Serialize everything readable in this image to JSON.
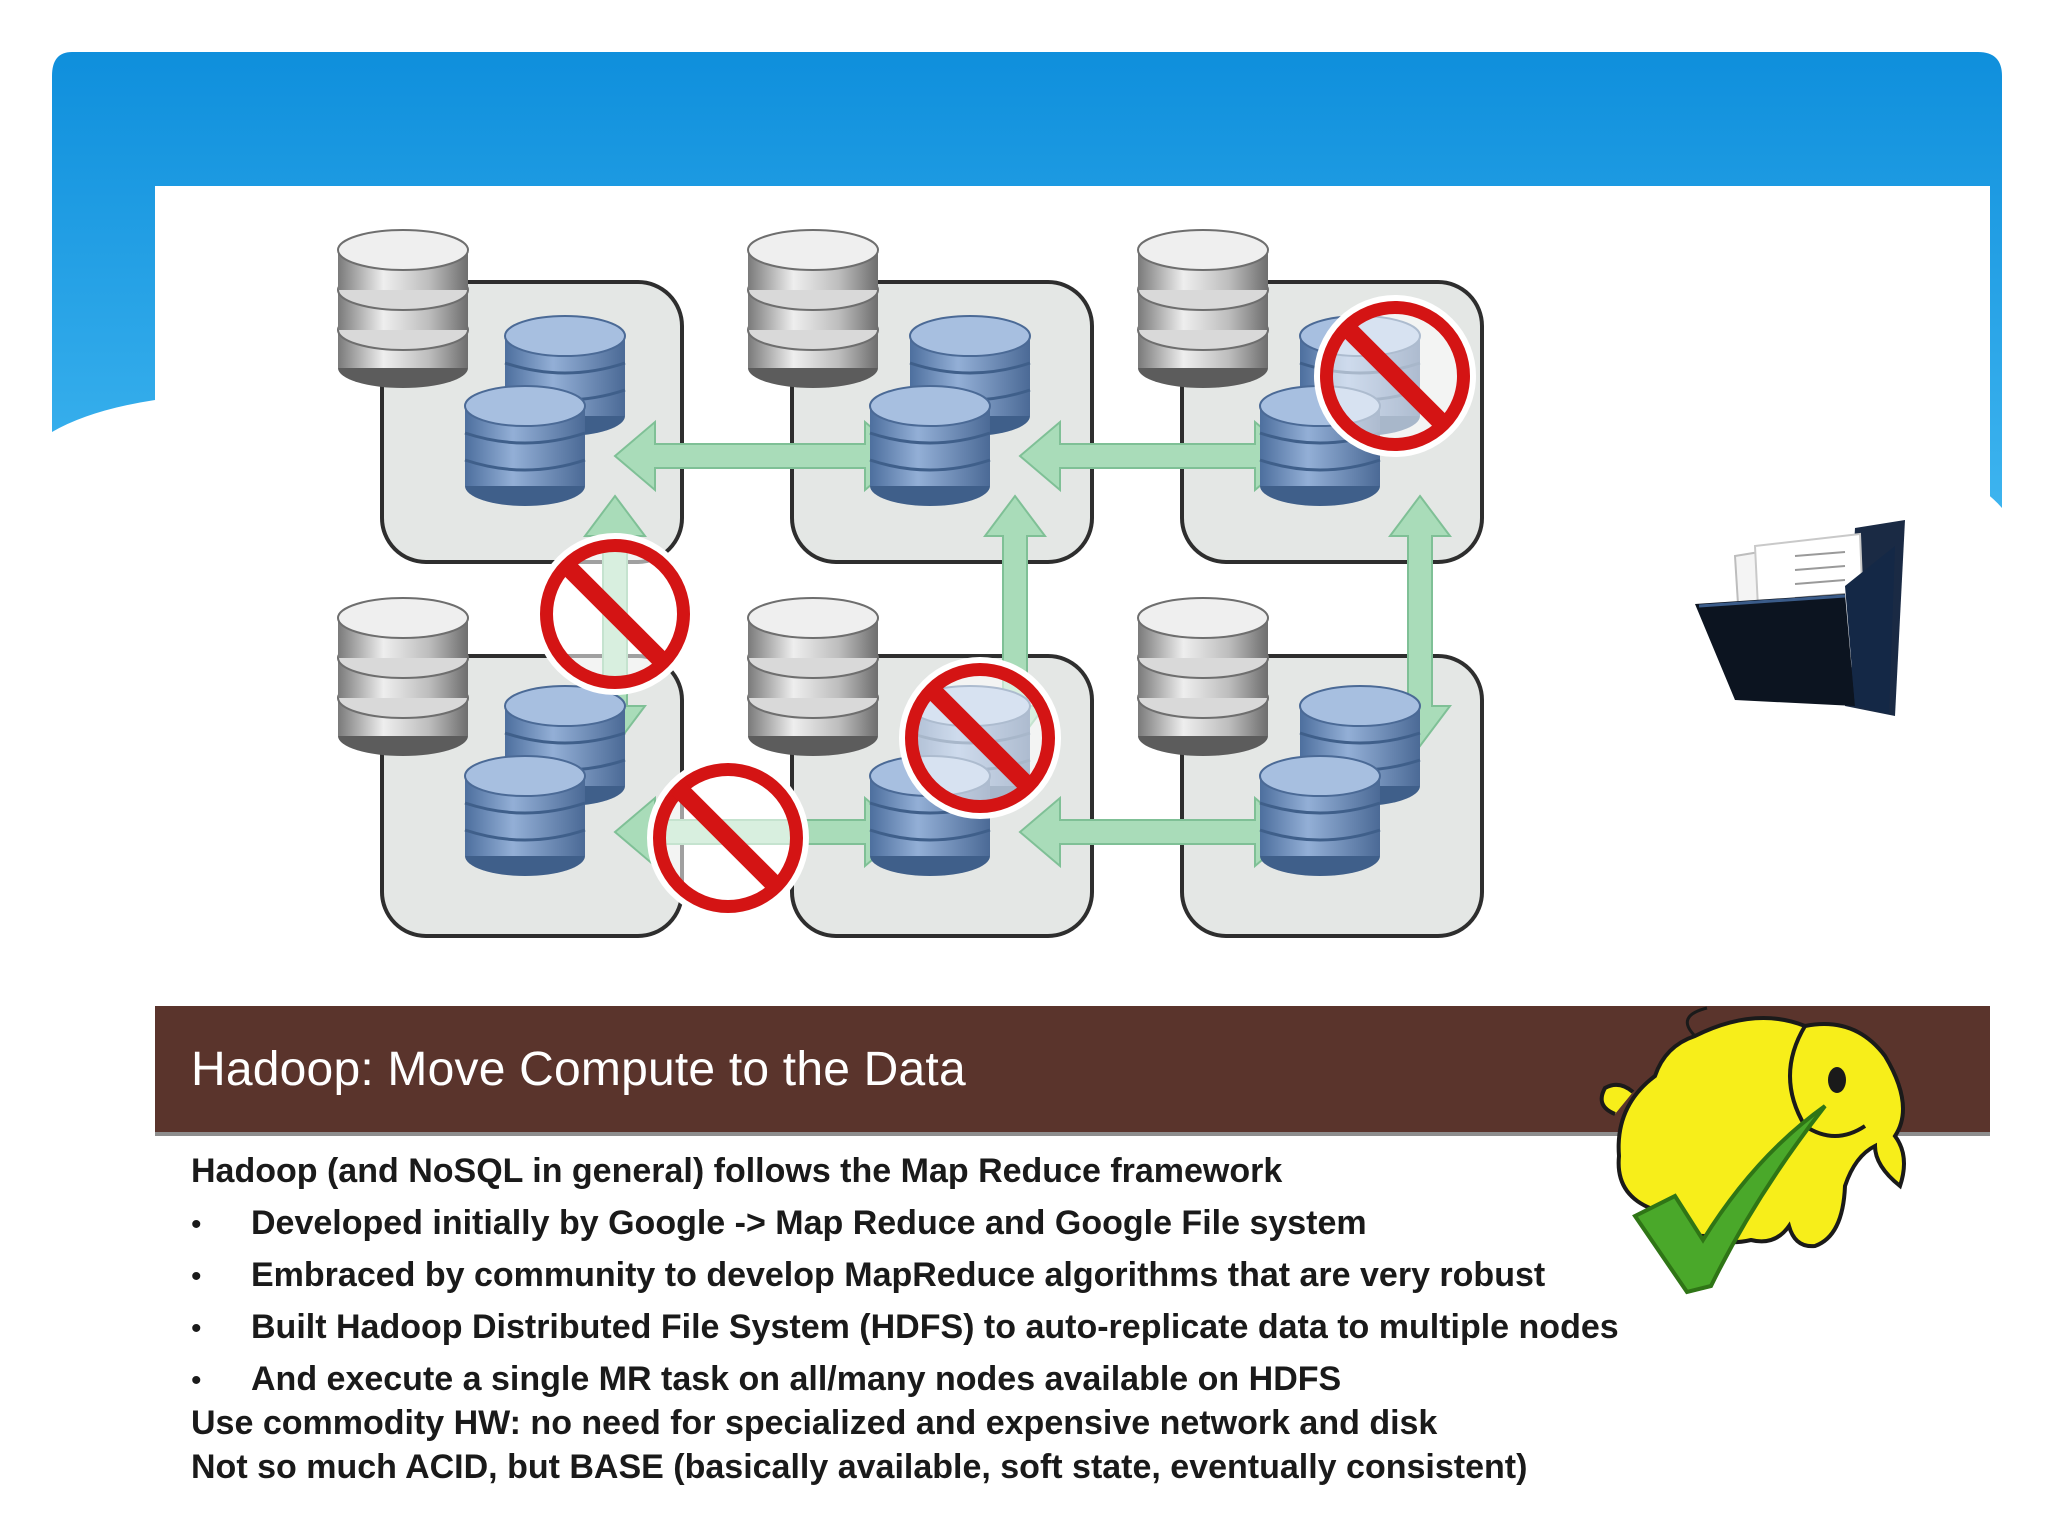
{
  "slide": {
    "title": "Hadoop: Move Compute to the Data",
    "intro": "Hadoop (and NoSQL in general) follows the Map Reduce framework",
    "bullets": [
      "Developed initially by Google  -> Map Reduce and Google File system",
      "Embraced by community to develop MapReduce algorithms that are very robust",
      "Built Hadoop Distributed File System (HDFS) to auto-replicate data to multiple nodes",
      "And execute a single MR task on all/many nodes available on HDFS"
    ],
    "bullet_marker": "•",
    "closing": [
      "Use commodity HW: no need for specialized and expensive network and disk",
      "Not so much ACID, but BASE (basically available, soft state, eventually consistent)"
    ]
  },
  "colors": {
    "banner": "#1e9be0",
    "title_bar": "#5a342c",
    "node_fill": "#e4e7e5",
    "db_blue": "#6f8fba",
    "arrow_green": "#a9dcb9",
    "prohibit_red": "#d41414",
    "elephant_yellow": "#f7ee1a",
    "check_green": "#4aa82a"
  },
  "icons": [
    "server-stack-icon",
    "database-icon",
    "prohibited-icon",
    "folder-icon",
    "hadoop-elephant-logo",
    "checkmark-icon"
  ]
}
